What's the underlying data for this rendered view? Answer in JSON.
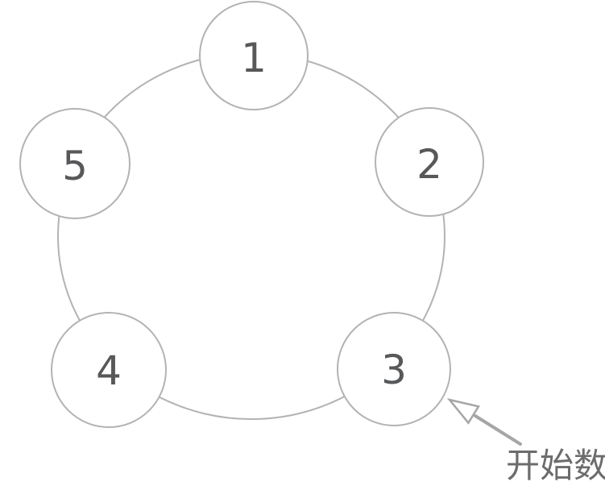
{
  "diagram": {
    "description_colors": {
      "background": "#ffffff",
      "ring_stroke": "#b3b3b3",
      "node_stroke": "#b3b3b3",
      "node_fill": "#ffffff",
      "number_color": "#57585a",
      "arrow_color": "#a6a6a6",
      "annotation_text_color": "#6c6c6c"
    },
    "nodes": [
      {
        "label": "1"
      },
      {
        "label": "2"
      },
      {
        "label": "3"
      },
      {
        "label": "4"
      },
      {
        "label": "5"
      }
    ],
    "annotation": {
      "label": "开始数",
      "points_to_node": "3"
    }
  }
}
